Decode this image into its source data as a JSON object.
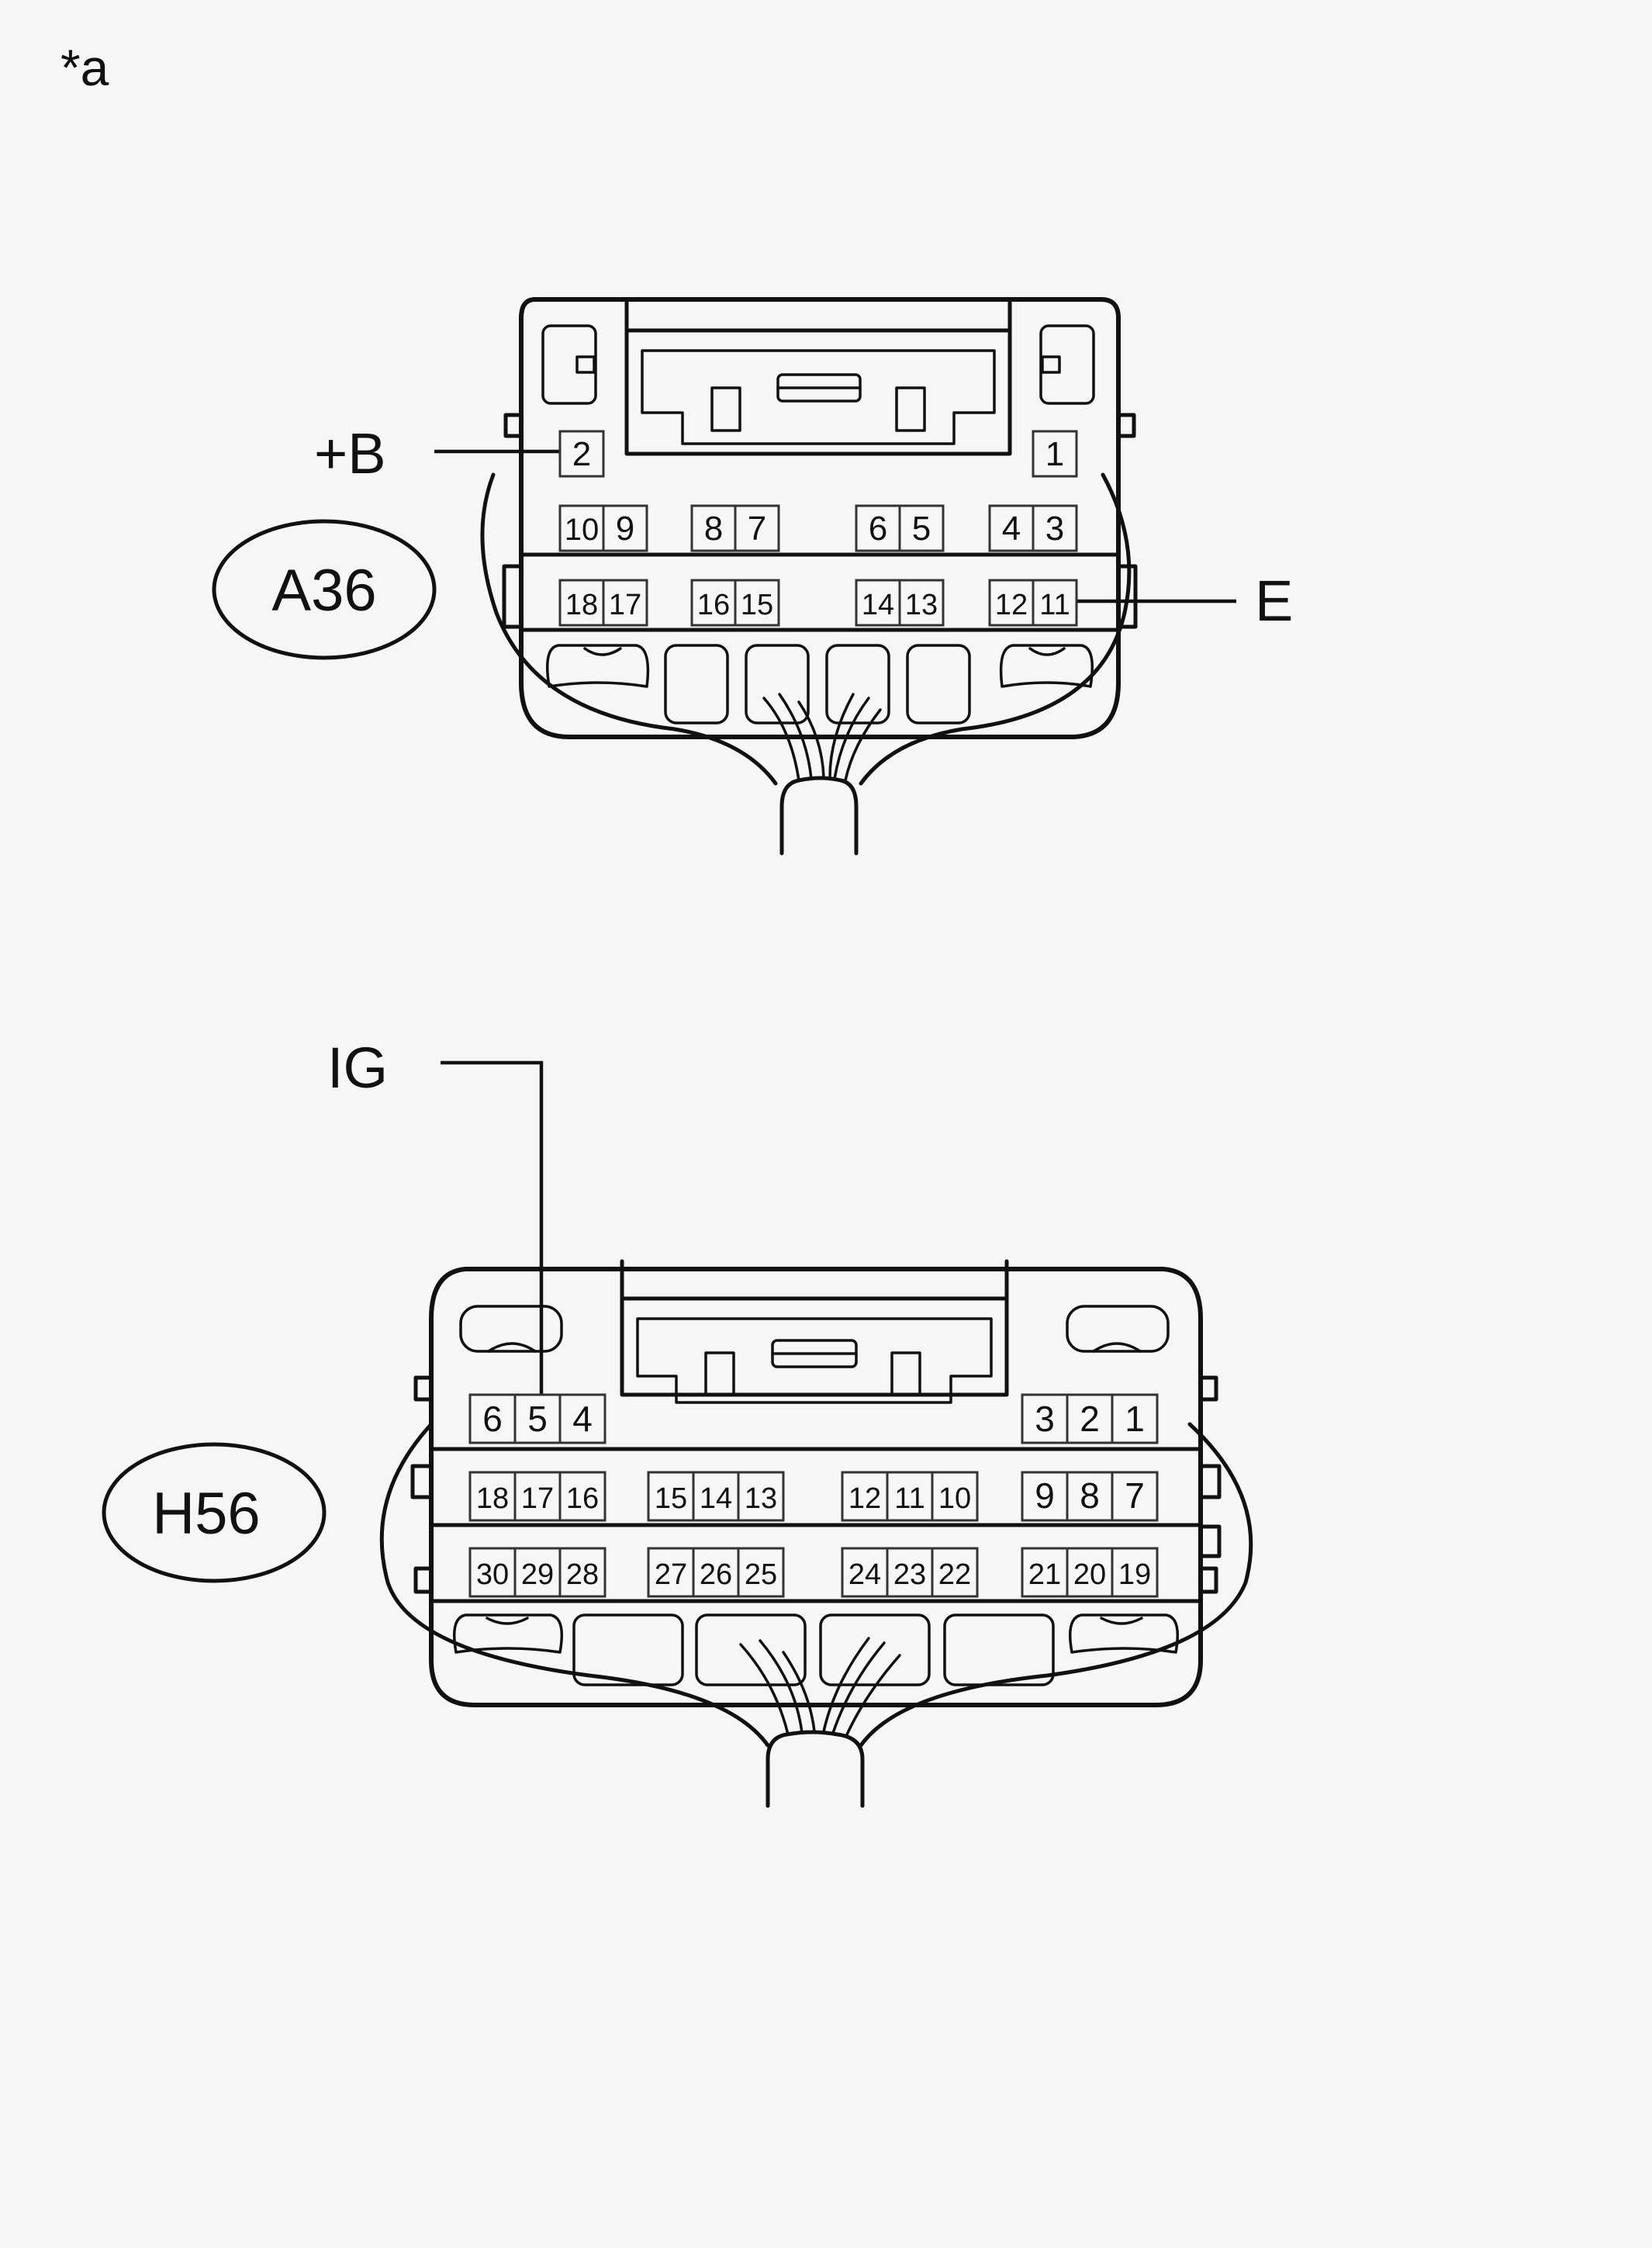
{
  "figure": {
    "corner_label": "*a",
    "colors": {
      "background": "#f6f6f6",
      "line": "#111111"
    }
  },
  "connectors": [
    {
      "id": "A36",
      "badge": "A36",
      "rows": [
        [
          "2",
          "1"
        ],
        [
          "10",
          "9",
          "8",
          "7",
          "6",
          "5",
          "4",
          "3"
        ],
        [
          "18",
          "17",
          "16",
          "15",
          "14",
          "13",
          "12",
          "11"
        ]
      ],
      "callouts": [
        {
          "label": "+B",
          "pin": "2"
        },
        {
          "label": "E",
          "pin": "11"
        }
      ]
    },
    {
      "id": "H56",
      "badge": "H56",
      "rows": [
        [
          "6",
          "5",
          "4",
          "3",
          "2",
          "1"
        ],
        [
          "18",
          "17",
          "16",
          "15",
          "14",
          "13",
          "12",
          "11",
          "10",
          "9",
          "8",
          "7"
        ],
        [
          "30",
          "29",
          "28",
          "27",
          "26",
          "25",
          "24",
          "23",
          "22",
          "21",
          "20",
          "19"
        ]
      ],
      "callouts": [
        {
          "label": "IG",
          "pin": "5"
        }
      ]
    }
  ]
}
